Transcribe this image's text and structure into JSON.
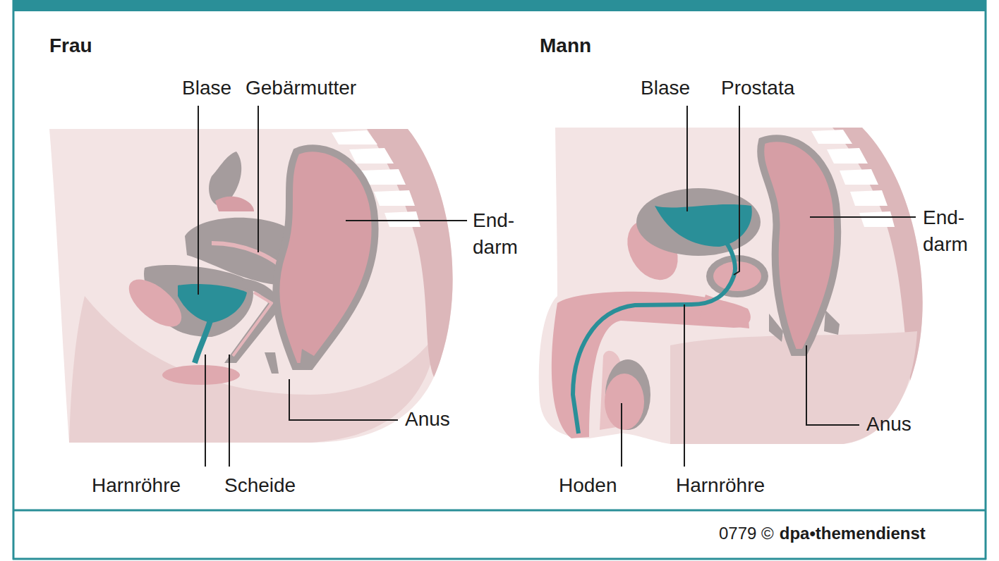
{
  "diagram": {
    "labels": [
      "Frau",
      "Blase",
      "Gebärmutter",
      "End- darm",
      "Anus",
      "Harnröhre",
      "Scheide",
      "Mann",
      "Blase",
      "Prostata",
      "End- darm",
      "Anus",
      "Hoden",
      "Harnröhre",
      "0779 ©",
      "dpa•themendienst"
    ]
  }
}
